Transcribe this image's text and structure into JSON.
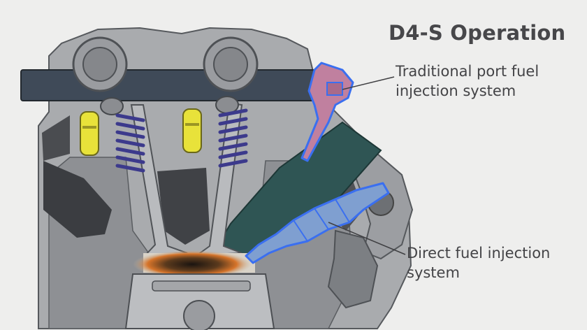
{
  "title": "D4-S Operation",
  "callouts": {
    "port": {
      "line1": "Traditional port fuel",
      "line2": "injection system"
    },
    "direct": {
      "line1": "Direct fuel injection",
      "line2": "system"
    }
  },
  "colors": {
    "background": "#eeeeed",
    "engine_block": "#a9abae",
    "camshaft_rail": "#3f4a58",
    "intake_port": "#2f5554",
    "port_injector": "#c0809f",
    "direct_injector": "#7f9fd0",
    "injector_outline": "#3a6ff0",
    "lifter": "#e8e23a",
    "valve_spring": "#3c3a8c",
    "leader_line": "#3f3f42"
  }
}
